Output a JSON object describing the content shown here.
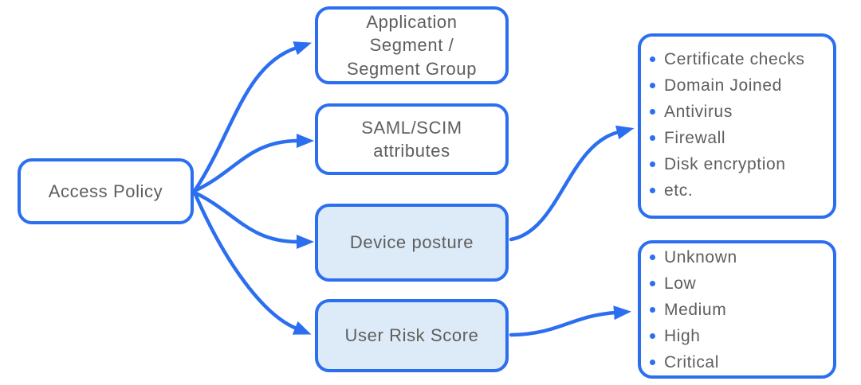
{
  "colors": {
    "accent_blue": "#2B6FF0",
    "light_blue_fill": "#DDEAF7",
    "text_gray": "#5E5E5E",
    "background": "#FFFFFF"
  },
  "nodes": {
    "access_policy": {
      "label": "Access Policy"
    },
    "application_segment": {
      "lines": [
        "Application",
        "Segment /",
        "Segment Group"
      ]
    },
    "saml_scim": {
      "lines": [
        "SAML/SCIM",
        "attributes"
      ]
    },
    "device_posture": {
      "label": "Device posture"
    },
    "user_risk_score": {
      "label": "User Risk Score"
    },
    "device_posture_checks": {
      "items": [
        "Certificate checks",
        "Domain Joined",
        "Antivirus",
        "Firewall",
        "Disk encryption",
        "etc."
      ]
    },
    "user_risk_levels": {
      "items": [
        "Unknown",
        "Low",
        "Medium",
        "High",
        "Critical"
      ]
    }
  },
  "edges": [
    {
      "from": "access-policy",
      "to": "application-segment"
    },
    {
      "from": "access-policy",
      "to": "saml-scim-attributes"
    },
    {
      "from": "access-policy",
      "to": "device-posture"
    },
    {
      "from": "access-policy",
      "to": "user-risk-score"
    },
    {
      "from": "device-posture",
      "to": "device-posture-checks"
    },
    {
      "from": "user-risk-score",
      "to": "user-risk-levels"
    }
  ]
}
